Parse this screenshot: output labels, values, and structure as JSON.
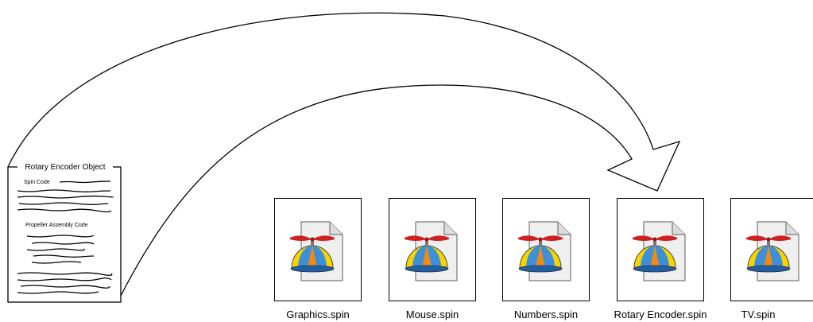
{
  "document": {
    "title": "Rotary Encoder Object",
    "section1": "Spin Code",
    "section2": "Propeller Assembly Code"
  },
  "files": [
    {
      "name": "Graphics.spin"
    },
    {
      "name": "Mouse.spin"
    },
    {
      "name": "Numbers.spin"
    },
    {
      "name": "Rotary Encoder.spin"
    },
    {
      "name": "TV.spin"
    }
  ],
  "colors": {
    "propeller": "#d02020",
    "cap_yellow": "#f5d400",
    "cap_blue": "#3d8fd8",
    "cap_orange": "#f08a10",
    "page": "#efefef"
  }
}
